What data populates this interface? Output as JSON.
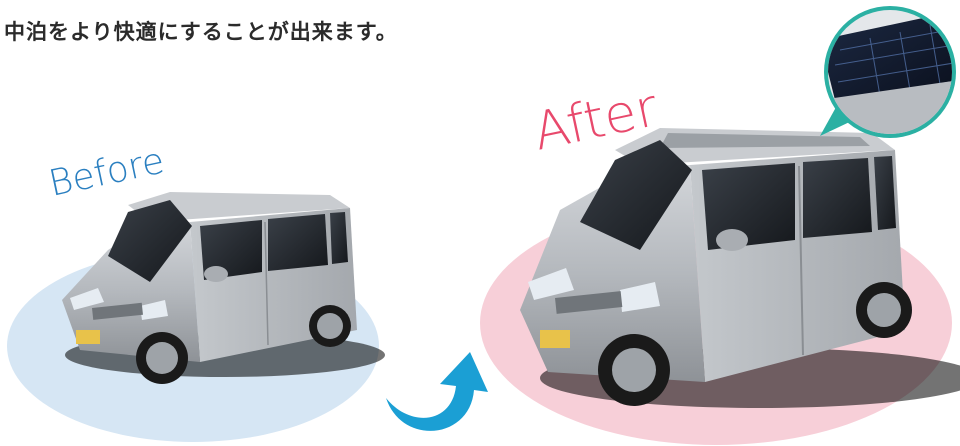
{
  "headline": "中泊をより快適にすることが出来ます。",
  "before": {
    "label": "Before",
    "color": "#2a7fc0",
    "ellipse_color": "#d6e6f4"
  },
  "after": {
    "label": "After",
    "color": "#e8496c",
    "ellipse_color": "#f7cfd8"
  },
  "arrow_color": "#1b9fd4",
  "car_color": "#b9bdc2",
  "callout_frame_color": "#2bb0a3"
}
